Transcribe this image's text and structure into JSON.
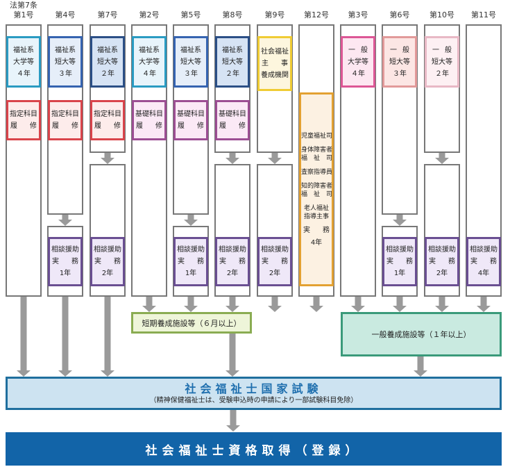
{
  "columns": [
    {
      "header_top": "法第7条",
      "header": "第1号"
    },
    {
      "header": "第4号"
    },
    {
      "header": "第7号"
    },
    {
      "header": "第2号"
    },
    {
      "header": "第5号"
    },
    {
      "header": "第8号"
    },
    {
      "header": "第9号"
    },
    {
      "header": "第12号"
    },
    {
      "header": "第3号"
    },
    {
      "header": "第6号"
    },
    {
      "header": "第10号"
    },
    {
      "header": "第11号"
    }
  ],
  "education": {
    "welfare_univ": {
      "l1": "福祉系",
      "l2": "大学等",
      "l3": "４年"
    },
    "welfare_jc3": {
      "l1": "福祉系",
      "l2": "短大等",
      "l3": "３年"
    },
    "welfare_jc2": {
      "l1": "福祉系",
      "l2": "短大等",
      "l3": "２年"
    },
    "training_inst": {
      "l1": "社会福祉",
      "l2a": "主",
      "l2b": "事",
      "l3": "養成機関"
    },
    "general_univ": {
      "l1a": "一",
      "l1b": "般",
      "l2": "大学等",
      "l3": "４年"
    },
    "general_jc3": {
      "l1a": "一",
      "l1b": "般",
      "l2": "短大等",
      "l3": "３年"
    },
    "general_jc2": {
      "l1a": "一",
      "l1b": "般",
      "l2": "短大等",
      "l3": "２年"
    }
  },
  "courses": {
    "designated": {
      "l1": "指定科目",
      "l2a": "履",
      "l2b": "修"
    },
    "basic": {
      "l1": "基礎科目",
      "l2a": "履",
      "l2b": "修"
    }
  },
  "practice": {
    "l1": "相談援助",
    "l2a": "実",
    "l2b": "務",
    "years": {
      "one": "1年",
      "two": "2年",
      "four": "4年"
    }
  },
  "job_experience": {
    "items": [
      "児童福祉司",
      "身体障害者",
      "福　祉　司",
      "査察指導員",
      "知的障害者",
      "福　祉　司",
      "老人福祉",
      "指導主事"
    ],
    "l_a": "実",
    "l_b": "務",
    "years": "4年"
  },
  "facilities": {
    "short_term": "短期養成施設等（６月以上）",
    "general": "一般養成施設等（１年以上）"
  },
  "exam": {
    "title": "社会福祉士国家試験",
    "note": "（精神保健福祉士は、受験申込時の申請により一部試験科目免除）"
  },
  "result": {
    "title": "社会福祉士資格取得（登録）"
  },
  "colors": {
    "arrow": "#9a9a9a",
    "exam_border": "#1f6f9e",
    "exam_bg": "#cde3f1",
    "exam_title": "#1f6fae",
    "result_bg": "#1264a8",
    "short_term_border": "#8aac52",
    "short_term_bg": "#eef5d9",
    "general_border": "#3a9a7a",
    "general_bg": "#c9eae0"
  }
}
